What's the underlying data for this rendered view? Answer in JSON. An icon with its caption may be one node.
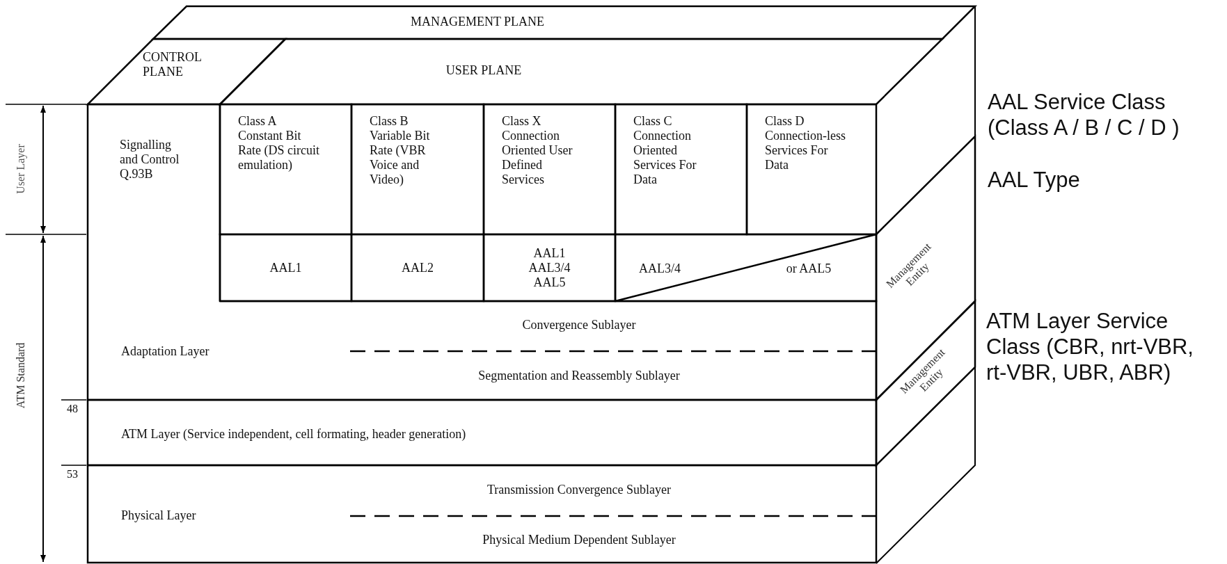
{
  "diagram": {
    "nodes": [
      {
        "text": [
          "MANAGEMENT PLANE"
        ]
      },
      {
        "text": [
          "CONTROL PLANE"
        ]
      },
      {
        "text": [
          "USER PLANE"
        ]
      },
      {
        "text": [
          "Signalling and Control Q.93B"
        ]
      },
      {
        "text": [
          "Class A Constant Bit Rate (DS circuit emulation)"
        ]
      },
      {
        "text": [
          "Class B Variable Bit Rate (VBR Voice and Video)"
        ]
      },
      {
        "text": [
          "Class X Connection Oriented User Defined Services"
        ]
      },
      {
        "text": [
          "Class C Connection Oriented Services For Data"
        ]
      },
      {
        "text": [
          "Class D Connection-less Services For Data"
        ]
      },
      {
        "text": [
          "AAL1"
        ]
      },
      {
        "text": [
          "AAL2"
        ]
      },
      {
        "text": [
          "AAL1 AAL3/4 AAL5"
        ]
      },
      {
        "text": [
          "AAL3/4",
          "or AAL5"
        ]
      },
      {
        "text": [
          "Adaptation Layer",
          "Convergence Sublayer",
          "Segmentation and Reassembly Sublayer"
        ]
      },
      {
        "text": [
          "ATM Layer (Service independent, cell formating, header generation)"
        ]
      },
      {
        "text": [
          "Physical Layer",
          "Transmission Convergence Sublayer",
          "Physical Medium Dependent Sublayer"
        ]
      },
      {
        "text": [
          "Management Entity"
        ]
      },
      {
        "text": [
          "Management Entity"
        ]
      }
    ],
    "edges": [],
    "labels": [
      "User Layer",
      "ATM Standard",
      "48",
      "53",
      "AAL Service Class (Class A / B / C / D )",
      "AAL Type",
      "ATM Layer Service Class (CBR, nrt-VBR, rt-VBR, UBR, ABR)"
    ]
  }
}
